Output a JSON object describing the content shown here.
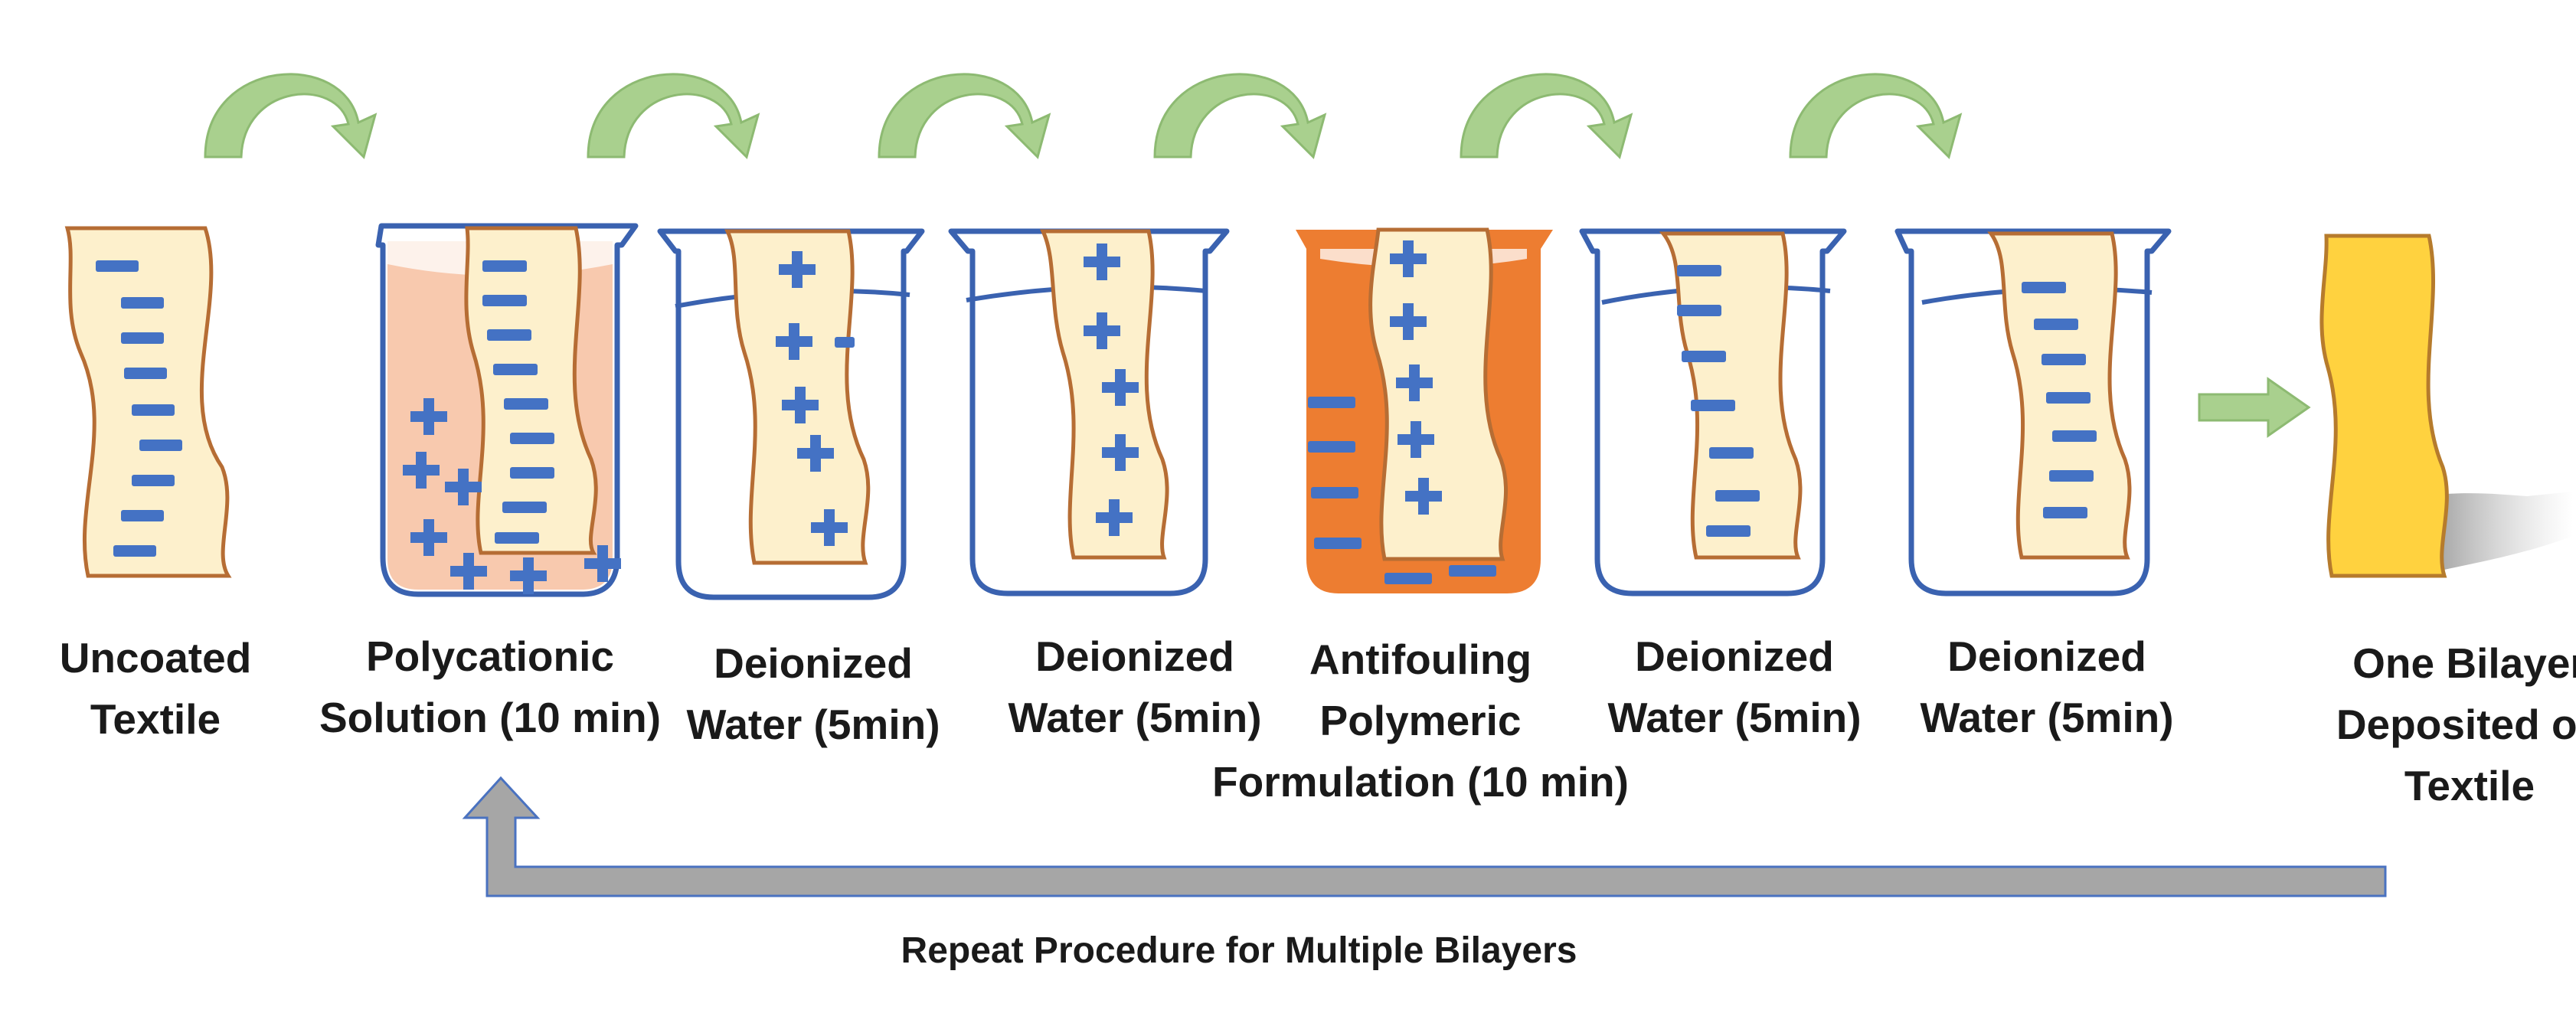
{
  "steps": [
    {
      "id": "uncoated",
      "lines": [
        "Uncoated",
        "Textile"
      ]
    },
    {
      "id": "polycationic",
      "lines": [
        "Polycationic",
        "Solution (10 min)"
      ]
    },
    {
      "id": "water1",
      "lines": [
        "Deionized",
        "Water (5min)"
      ]
    },
    {
      "id": "water2",
      "lines": [
        "Deionized",
        "Water (5min)"
      ]
    },
    {
      "id": "antifouling",
      "lines": [
        "Antifouling",
        "Polymeric",
        "Formulation (10 min)"
      ]
    },
    {
      "id": "water3",
      "lines": [
        "Deionized",
        "Water (5min)"
      ]
    },
    {
      "id": "water4",
      "lines": [
        "Deionized",
        "Water (5min)"
      ]
    },
    {
      "id": "bilayer",
      "lines": [
        "One Bilayer",
        "Deposited on",
        "Textile"
      ]
    }
  ],
  "repeat_label": "Repeat Procedure for Multiple Bilayers",
  "colors": {
    "beaker_blue": "#3a62b0",
    "textile_fill": "#fdf0cc",
    "textile_edge": "#b66d34",
    "charge_blue": "#4472c4",
    "polycation_fill": "#f8c9ae",
    "antifouling_fill": "#ed7d31",
    "arrow_green": "#a9d08e",
    "arrow_green_edge": "#8dba72",
    "return_arrow_gray": "#a6a6a6",
    "coated_textile": "#ffd23f"
  }
}
